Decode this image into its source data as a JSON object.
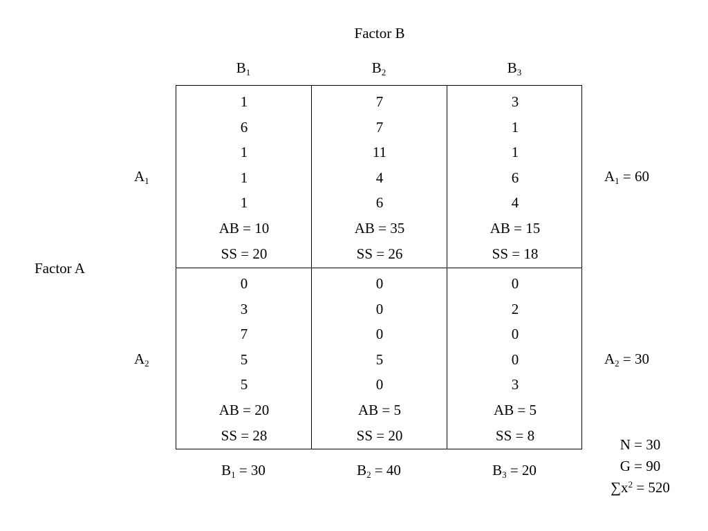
{
  "factor_b_label": "Factor B",
  "factor_a_label": "Factor A",
  "columns": [
    {
      "letter": "B",
      "sub": "1",
      "total": " = 30"
    },
    {
      "letter": "B",
      "sub": "2",
      "total": " = 40"
    },
    {
      "letter": "B",
      "sub": "3",
      "total": " = 20"
    }
  ],
  "rows": [
    {
      "letter": "A",
      "sub": "1",
      "total": " = 60"
    },
    {
      "letter": "A",
      "sub": "2",
      "total": " = 30"
    }
  ],
  "cells": [
    [
      {
        "values": [
          "1",
          "6",
          "1",
          "1",
          "1",
          "AB = 10",
          "SS = 20"
        ]
      },
      {
        "values": [
          "7",
          "7",
          "11",
          "4",
          "6",
          "AB = 35",
          "SS = 26"
        ]
      },
      {
        "values": [
          "3",
          "1",
          "1",
          "6",
          "4",
          "AB = 15",
          "SS = 18"
        ]
      }
    ],
    [
      {
        "values": [
          "0",
          "3",
          "7",
          "5",
          "5",
          "AB = 20",
          "SS = 28"
        ]
      },
      {
        "values": [
          "0",
          "0",
          "0",
          "5",
          "0",
          "AB = 5",
          "SS = 20"
        ]
      },
      {
        "values": [
          "0",
          "2",
          "0",
          "0",
          "3",
          "AB = 5",
          "SS = 8"
        ]
      }
    ]
  ],
  "summary": {
    "n": "N = 30",
    "g": "G = 90",
    "sumx_symbol": "∑x",
    "sumx_sup": "2",
    "sumx_value": " = 520"
  }
}
